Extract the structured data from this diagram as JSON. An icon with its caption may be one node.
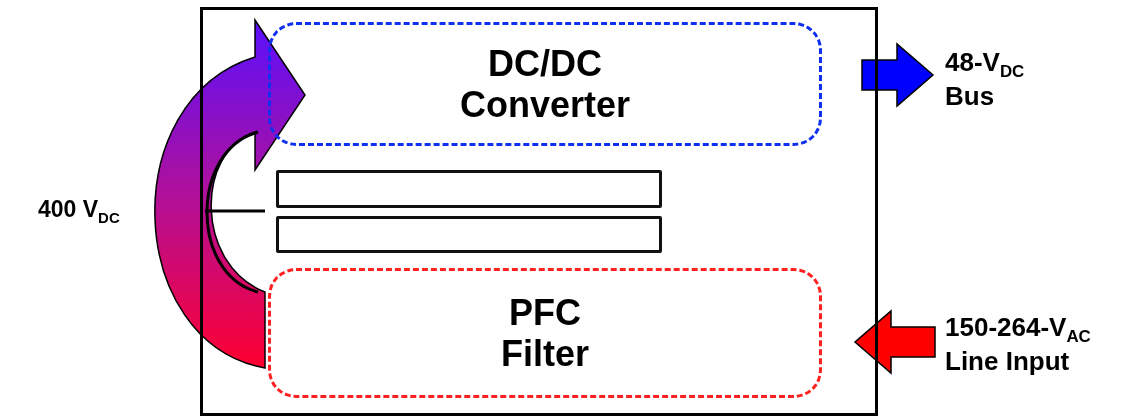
{
  "diagram": {
    "nodes": [
      {
        "text": [],
        "shape": "box"
      },
      {
        "text": [
          "DC/DC Converter"
        ],
        "in": 0
      },
      {
        "text": [],
        "shape": "bar",
        "in": 0
      },
      {
        "text": [],
        "shape": "bar",
        "in": 0
      },
      {
        "text": [
          "PFC Filter"
        ],
        "in": 0
      },
      {
        "text": [
          "48-V$_{DC}$ Bus"
        ]
      },
      {
        "text": [
          "150-264-V$_{AC}$ Line Input"
        ]
      }
    ],
    "edges": [
      {
        "from": 4,
        "to": 1,
        "arrow": "to",
        "label": "400 V$_{DC}$",
        "style": "thick"
      },
      {
        "from": 1,
        "to": 5,
        "arrow": "to",
        "style": "thick",
        "color": "#0000ff"
      },
      {
        "from": 6,
        "to": 4,
        "arrow": "to",
        "style": "thick",
        "color": "#ff0000"
      }
    ]
  }
}
